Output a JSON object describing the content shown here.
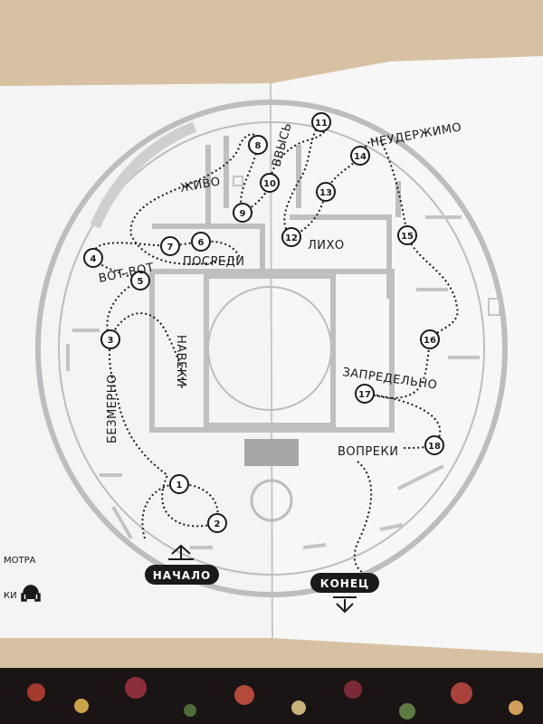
{
  "map": {
    "start_label": "НАЧАЛО",
    "end_label": "КОНЕЦ",
    "stops": [
      {
        "n": "1"
      },
      {
        "n": "2"
      },
      {
        "n": "3"
      },
      {
        "n": "4"
      },
      {
        "n": "5"
      },
      {
        "n": "6"
      },
      {
        "n": "7"
      },
      {
        "n": "8"
      },
      {
        "n": "9"
      },
      {
        "n": "10"
      },
      {
        "n": "11"
      },
      {
        "n": "12"
      },
      {
        "n": "13"
      },
      {
        "n": "14"
      },
      {
        "n": "15"
      },
      {
        "n": "16"
      },
      {
        "n": "17"
      },
      {
        "n": "18"
      }
    ],
    "words": {
      "bezmerno": "БЕЗМЕРНО",
      "naveki": "НАВЕКИ",
      "vot_vot": "ВОТ-ВОТ",
      "posredi": "ПОСРЕДИ",
      "zhivo": "ЖИВО",
      "vvys": "ВВЫСЬ",
      "likho": "ЛИХО",
      "neuderzhimo": "НЕУДЕРЖИМО",
      "zapredelno": "ЗАПРЕДЕЛЬНО",
      "vopreki": "ВОПРЕКИ"
    }
  },
  "left_page": {
    "fragment_1": "МОТРА",
    "fragment_2": "КИ"
  }
}
